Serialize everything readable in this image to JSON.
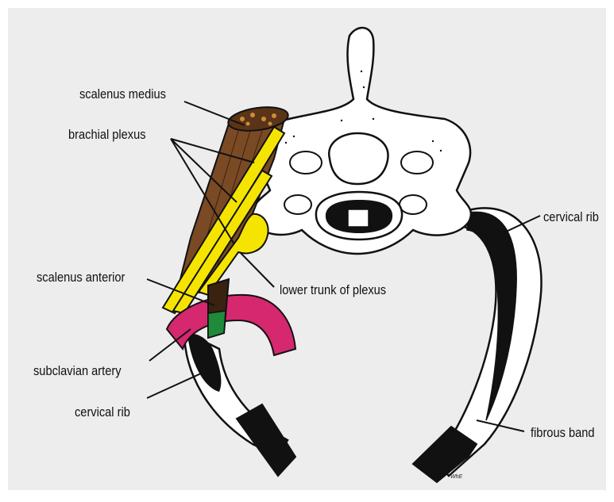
{
  "labels": {
    "scalenus_medius": "scalenus medius",
    "brachial_plexus": "brachial plexus",
    "scalenus_anterior": "scalenus anterior",
    "lower_trunk": "lower trunk of plexus",
    "subclavian_artery": "subclavian artery",
    "cervical_rib_left": "cervical rib",
    "cervical_rib_right": "cervical rib",
    "fibrous_band": "fibrous band"
  },
  "signature": "WhE",
  "colors": {
    "background": "#ededed",
    "bone": "#ffffff",
    "outline": "#111111",
    "muscle": "#7a4a25",
    "plexus": "#f5e400",
    "artery": "#d6286e",
    "rib": "#111111",
    "highlight_green": "#1f8a3a"
  }
}
